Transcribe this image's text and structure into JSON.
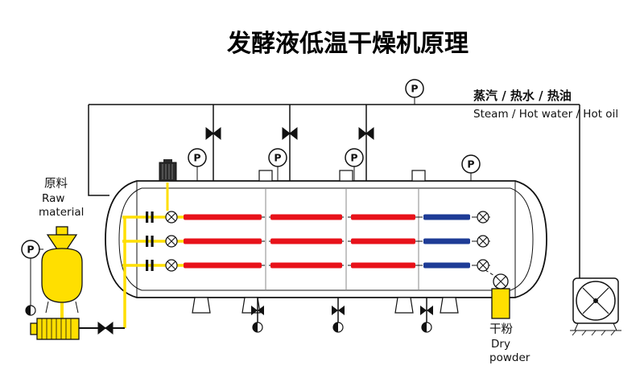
{
  "title": "发酵液低温干燥机原理",
  "legend": {
    "steam_cn": "蒸汽 / 热水 / 热油",
    "steam_en": "Steam / Hot water / Hot oil"
  },
  "raw_material": {
    "cn": "原料",
    "en1": "Raw",
    "en2": "material"
  },
  "dry_powder": {
    "cn": "干粉",
    "en1": "Dry",
    "en2": "powder"
  },
  "gauge_letter": "P",
  "colors": {
    "heater_red": "#e8121a",
    "heater_blue": "#1e3c96",
    "pipe_yellow": "#ffdf00",
    "line_black": "#111111"
  }
}
